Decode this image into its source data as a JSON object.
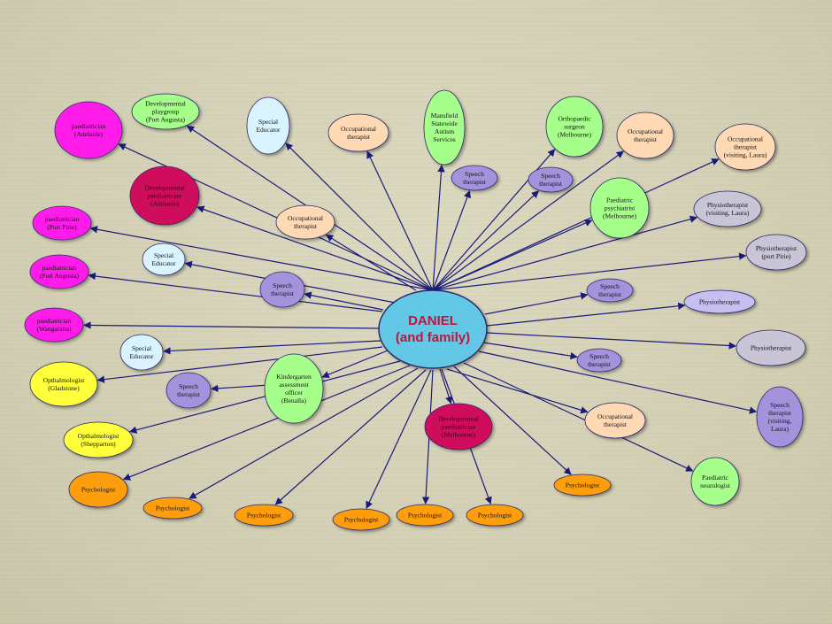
{
  "colors": {
    "edge": "#1a1a7a",
    "node_stroke": "#2a2a6a",
    "center_fill": "#63c7e6",
    "center_text": "#c0143c",
    "magenta": "#ff1fea",
    "crimson": "#cf0a5c",
    "green": "#a6ff8a",
    "lightblue": "#d9f4ff",
    "peach": "#ffd9b3",
    "purple": "#a493dc",
    "lavender": "#c7bff0",
    "gray": "#c9c5d6",
    "yellow": "#ffff3a",
    "orange": "#ff9e0d"
  },
  "center": {
    "lines": [
      "DANIEL",
      "(and family)"
    ]
  },
  "nodes": [
    {
      "id": "paed-adelaide",
      "lines": [
        "paediatrician",
        "(Adelaide)"
      ],
      "color": "magenta"
    },
    {
      "id": "dev-playgroup",
      "lines": [
        "Developmental",
        "playgroup",
        "(Port Augusta)"
      ],
      "color": "green"
    },
    {
      "id": "special-educator-1",
      "lines": [
        "Special",
        "Educator"
      ],
      "color": "lightblue"
    },
    {
      "id": "ot-1",
      "lines": [
        "Occupational",
        "therapist"
      ],
      "color": "peach"
    },
    {
      "id": "mansfield-autism",
      "lines": [
        "Mansfield",
        "Statewide",
        "Autism",
        "Services"
      ],
      "color": "green"
    },
    {
      "id": "speech-1",
      "lines": [
        "Speech",
        "therapist"
      ],
      "color": "purple"
    },
    {
      "id": "speech-2",
      "lines": [
        "Speech",
        "therapist"
      ],
      "color": "purple"
    },
    {
      "id": "ortho-melbourne",
      "lines": [
        "Orthopaedic",
        "surgeon",
        "(Melbourne)"
      ],
      "color": "green"
    },
    {
      "id": "ot-2",
      "lines": [
        "Occupational",
        "therapist"
      ],
      "color": "peach"
    },
    {
      "id": "ot-laura",
      "lines": [
        "Occupational",
        "therapist",
        "(visiting, Laura)"
      ],
      "color": "peach"
    },
    {
      "id": "dev-paed-adelaide",
      "lines": [
        "Developmental",
        "paediatrician",
        "(Adelaide)"
      ],
      "color": "crimson"
    },
    {
      "id": "ot-3",
      "lines": [
        "Occupational",
        "therapist"
      ],
      "color": "peach"
    },
    {
      "id": "paed-psych-melbourne",
      "lines": [
        "Paediatric",
        "psychiatrist",
        "(Melbourne)"
      ],
      "color": "green"
    },
    {
      "id": "physio-laura",
      "lines": [
        "Physiotherapist",
        "(visiting, Laura)"
      ],
      "color": "gray"
    },
    {
      "id": "paed-port-pirie",
      "lines": [
        "paediatrician",
        "(Port Pirie)"
      ],
      "color": "magenta"
    },
    {
      "id": "special-educator-2",
      "lines": [
        "Special",
        "Educator"
      ],
      "color": "lightblue"
    },
    {
      "id": "physio-port-pirie",
      "lines": [
        "Physiotherapist",
        "(port Pirie)"
      ],
      "color": "gray"
    },
    {
      "id": "paed-port-augusta",
      "lines": [
        "paediatrician",
        "(Port Augusta)"
      ],
      "color": "magenta"
    },
    {
      "id": "speech-3",
      "lines": [
        "Speech",
        "therapist"
      ],
      "color": "purple"
    },
    {
      "id": "speech-4",
      "lines": [
        "Speech",
        "therapist"
      ],
      "color": "purple"
    },
    {
      "id": "physio-1",
      "lines": [
        "Physiotherapist"
      ],
      "color": "lavender"
    },
    {
      "id": "paed-wangaratta",
      "lines": [
        "paediatrician",
        "(Wangaratta)"
      ],
      "color": "magenta"
    },
    {
      "id": "special-educator-3",
      "lines": [
        "Special",
        "Educator"
      ],
      "color": "lightblue"
    },
    {
      "id": "physio-2",
      "lines": [
        "Physiotherapist"
      ],
      "color": "gray"
    },
    {
      "id": "speech-5",
      "lines": [
        "Speech",
        "therapist"
      ],
      "color": "purple"
    },
    {
      "id": "ophth-gladstone",
      "lines": [
        "Opthalmologist",
        "(Gladstone)"
      ],
      "color": "yellow"
    },
    {
      "id": "kinder-officer",
      "lines": [
        "Kindergarten",
        "assessment",
        "officer",
        "(Benalla)"
      ],
      "color": "green"
    },
    {
      "id": "speech-6",
      "lines": [
        "Speech",
        "therapist"
      ],
      "color": "purple"
    },
    {
      "id": "speech-laura",
      "lines": [
        "Speech",
        "therapist",
        "(visiting,",
        "Laura)"
      ],
      "color": "purple"
    },
    {
      "id": "dev-paed-melbourne",
      "lines": [
        "Developmental",
        "paediatrician",
        "(Melbourne)"
      ],
      "color": "crimson"
    },
    {
      "id": "ot-4",
      "lines": [
        "Occupational",
        "therapist"
      ],
      "color": "peach"
    },
    {
      "id": "ophth-shepparton",
      "lines": [
        "Opthalmologist",
        "(Shepparton)"
      ],
      "color": "yellow"
    },
    {
      "id": "paed-neurologist",
      "lines": [
        "Paediatric",
        "neurologist"
      ],
      "color": "green"
    },
    {
      "id": "psych-1",
      "lines": [
        "Psychologist"
      ],
      "color": "orange"
    },
    {
      "id": "psych-2",
      "lines": [
        "Psychologist"
      ],
      "color": "orange"
    },
    {
      "id": "psych-3",
      "lines": [
        "Psychologist"
      ],
      "color": "orange"
    },
    {
      "id": "psych-4",
      "lines": [
        "Psychologist"
      ],
      "color": "orange"
    },
    {
      "id": "psych-5",
      "lines": [
        "Psychologist"
      ],
      "color": "orange"
    },
    {
      "id": "psych-6",
      "lines": [
        "Psychologist"
      ],
      "color": "orange"
    },
    {
      "id": "psych-7",
      "lines": [
        "Psychologist"
      ],
      "color": "orange"
    }
  ]
}
